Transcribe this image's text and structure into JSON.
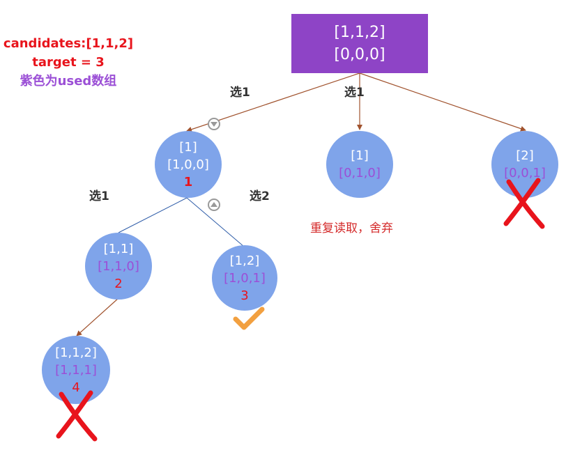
{
  "info": {
    "candidates": "candidates:[1,1,2]",
    "target": "target  =  3",
    "legend": "紫色为used数组"
  },
  "root": {
    "path": "[1,1,2]",
    "used": "[0,0,0]"
  },
  "edge_labels": {
    "pick1_a": "选1",
    "pick1_b": "选1",
    "pick1_c": "选1",
    "pick2": "选2"
  },
  "nodes": {
    "n1": {
      "path": "[1]",
      "used": "[1,0,0]",
      "order": "1"
    },
    "n2": {
      "path": "[1]",
      "used": "[0,1,0]"
    },
    "n3": {
      "path": "[2]",
      "used": "[0,0,1]"
    },
    "n4": {
      "path": "[1,1]",
      "used": "[1,1,0]",
      "order": "2"
    },
    "n5": {
      "path": "[1,2]",
      "used": "[1,0,1]",
      "order": "3"
    },
    "n6": {
      "path": "[1,1,2]",
      "used": "[1,1,1]",
      "order": "4"
    }
  },
  "note": "重复读取，舍弃",
  "colors": {
    "root_fill": "#8e44c6",
    "node_fill": "#7fa4ea",
    "used_text": "#9b4fd6",
    "order_text": "#e8141c",
    "arrow_brown": "#a0522d",
    "line_blue": "#2e5ca8",
    "cross": "#e8141c",
    "check": "#f2a040"
  }
}
